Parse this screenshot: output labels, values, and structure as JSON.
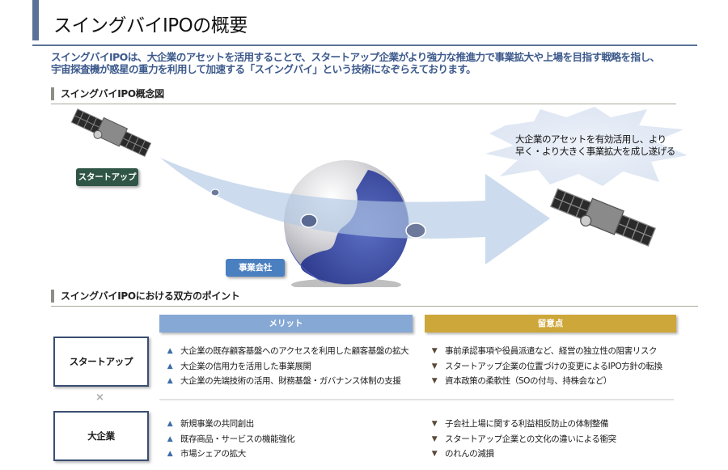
{
  "header": {
    "title": "スイングバイIPOの概要",
    "intro_line1": "スイングバイIPOは、大企業のアセットを活用することで、スタートアップ企業がより強力な推進力で事業拡大や上場を目指す戦略を指し、",
    "intro_line2": "宇宙探査機が惑星の重力を利用して加速する「スイングバイ」という技術になぞらえております。"
  },
  "concept": {
    "heading": "スイングバイIPO概念図",
    "startup_label": "スタートアップ",
    "company_label": "事業会社",
    "burst_line1": "大企業のアセットを有効活用し、より",
    "burst_line2": "早く・より大きく事業拡大を成し遂げる",
    "icons": [
      "satellite-icon",
      "globe-icon",
      "arrow-icon",
      "burst-icon"
    ]
  },
  "points": {
    "heading": "スイングバイIPOにおける双方のポイント",
    "merit_header": "メリット",
    "caution_header": "留意点",
    "separator": "×",
    "colors": {
      "merit": "#86a8d4",
      "caution": "#cea73a",
      "accent": "#5a7298",
      "startup_tag": "#2f5546",
      "company_tag": "#4a7fc0"
    },
    "rows": [
      {
        "party": "スタートアップ",
        "merits": [
          "大企業の既存顧客基盤へのアクセスを利用した顧客基盤の拡大",
          "大企業の信用力を活用した事業展開",
          "大企業の先端技術の活用、財務基盤・ガバナンス体制の支援"
        ],
        "cautions": [
          "事前承認事項や役員派遣など、経営の独立性の阻害リスク",
          "スタートアップ企業の位置づけの変更によるIPO方針の転換",
          "資本政策の柔軟性（SOの付与、持株会など）"
        ]
      },
      {
        "party": "大企業",
        "merits": [
          "新規事業の共同創出",
          "既存商品・サービスの機能強化",
          "市場シェアの拡大"
        ],
        "cautions": [
          "子会社上場に関する利益相反防止の体制整備",
          "スタートアップ企業との文化の違いによる衝突",
          "のれんの減損"
        ]
      }
    ]
  }
}
